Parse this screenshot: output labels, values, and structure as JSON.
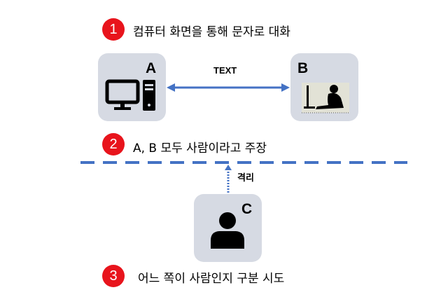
{
  "steps": [
    {
      "number": "1",
      "text": "컴퓨터 화면을 통해 문자로 대화"
    },
    {
      "number": "2",
      "text": "A, B 모두 사람이라고 주장"
    },
    {
      "number": "3",
      "text": "어느 쪽이 사람인지 구분 시도"
    }
  ],
  "nodes": {
    "a": "A",
    "b": "B",
    "c": "C"
  },
  "labels": {
    "text": "TEXT",
    "isolation": "격리"
  },
  "colors": {
    "accent": "#4472c4",
    "badge": "#e8141c",
    "box": "#d6dae3"
  }
}
